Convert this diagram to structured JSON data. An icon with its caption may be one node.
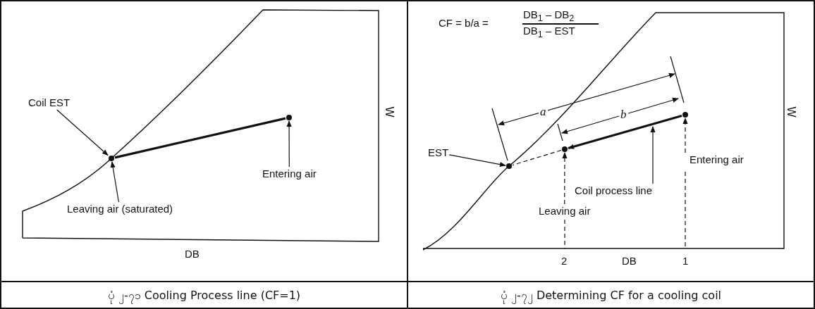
{
  "diagram": {
    "nodes": [
      {
        "text": [
          "Coil EST"
        ]
      },
      {
        "text": [],
        "shape": "circle"
      },
      {
        "text": [
          "Leaving air (saturated)"
        ]
      },
      {
        "text": [
          "Entering air"
        ]
      },
      {
        "text": [],
        "shape": "circle"
      },
      {
        "text": [
          "EST"
        ]
      },
      {
        "text": [],
        "shape": "circle"
      },
      {
        "text": [],
        "shape": "circle"
      },
      {
        "text": [],
        "shape": "circle"
      },
      {
        "text": [
          "Entering air"
        ]
      },
      {
        "text": [
          "Coil process line"
        ]
      },
      {
        "text": [
          "Leaving air"
        ]
      }
    ],
    "edges": [
      {
        "from": 0,
        "to": 1,
        "arrow": "to"
      },
      {
        "from": 2,
        "to": 1,
        "arrow": "to"
      },
      {
        "from": 3,
        "to": 4,
        "arrow": "to"
      },
      {
        "from": 4,
        "to": 1,
        "arrow": "none",
        "style": "thick"
      },
      {
        "from": 5,
        "to": 6,
        "arrow": "to"
      },
      {
        "from": 8,
        "to": 7,
        "arrow": "to",
        "style": "thick"
      },
      {
        "from": 7,
        "to": 6,
        "arrow": "none",
        "style": "dashed"
      },
      {
        "from": 11,
        "to": 7,
        "arrow": "to",
        "style": "dashed"
      },
      {
        "from": 9,
        "to": 8,
        "arrow": "to",
        "style": "dashed"
      },
      {
        "from": 10,
        "to": null,
        "arrow": "to"
      }
    ],
    "labels": [
      "W",
      "DB",
      "CF = b/a =",
      "DB$_{1}$ – DB$_{2}$",
      "DB$_{1}$ – EST",
      "a",
      "b",
      "W",
      "2",
      "DB",
      "1",
      "ပုံ ၂-၇၁ Cooling Process line (CF=1)",
      "ပုံ ၂-၇၂ Determining CF for a cooling coil"
    ]
  }
}
